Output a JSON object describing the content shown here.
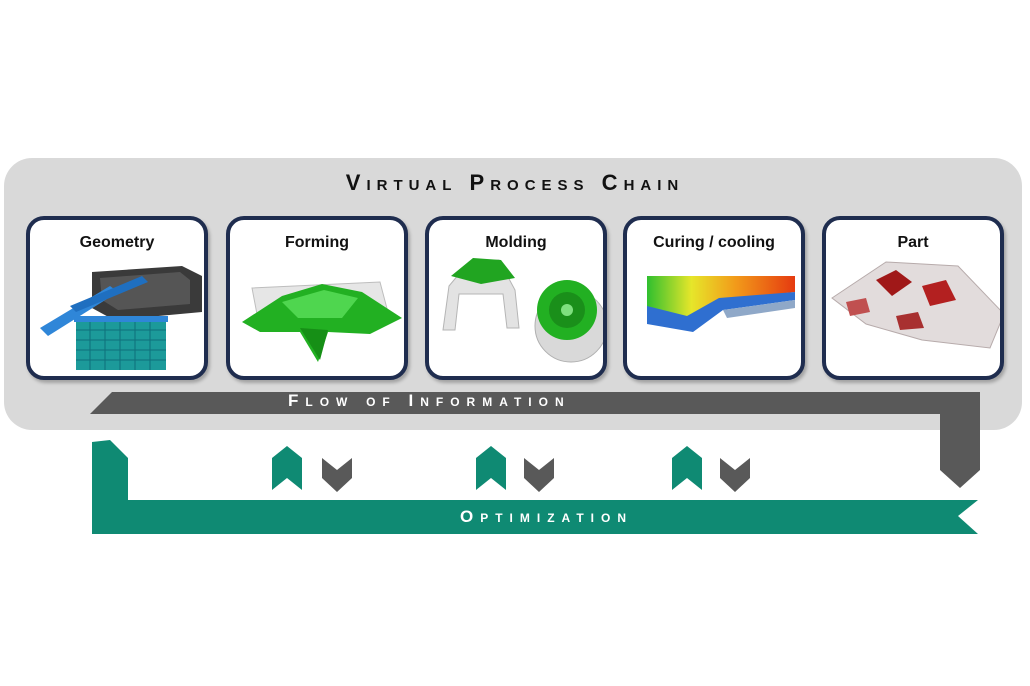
{
  "title": "Virtual Process Chain",
  "stages": [
    {
      "label": "Geometry"
    },
    {
      "label": "Forming"
    },
    {
      "label": "Molding"
    },
    {
      "label": "Curing / cooling"
    },
    {
      "label": "Part"
    }
  ],
  "flow_label": "Flow of Information",
  "optimization_label": "Optimization",
  "colors": {
    "panel": "#d9d9d9",
    "stage_border": "#1f2d4f",
    "flow": "#595959",
    "optimization": "#0f8a73"
  }
}
